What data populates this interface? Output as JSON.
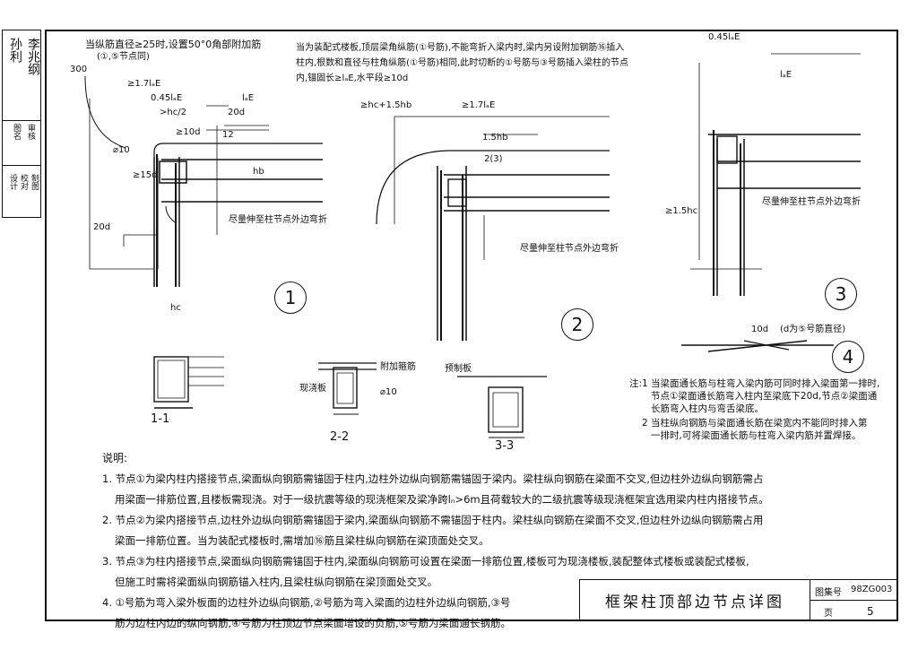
{
  "sidebar": {
    "sign1": "孙利",
    "sign2": "李兆纲",
    "label1": "图名",
    "label2": "审核",
    "label3": "设计",
    "label4": "校对",
    "label5": "制图"
  },
  "top_notes": {
    "n1": "当纵筋直径≥25时,设置50°0角部附加筋",
    "n1b": "(①,⑤节点同)",
    "n2": "当为装配式楼板,顶层梁角纵筋(①号筋),不能弯折入梁内时,梁内另设附加钢筋⑯插入",
    "n2b": "柱内,根数和直径与柱角纵筋(①号筋)相同,此时切断的①号筋与③号筋插入梁柱的节点",
    "n2c": "内,锚固长≥lₐE,水平段≥10d"
  },
  "dims": {
    "d300": "300",
    "d17lae": "≥1.7lₐE",
    "d045": "0.45lₐE",
    "dhc2": ">hc/2",
    "d20d": "20d",
    "d10d": "≥10d",
    "dla": "lₐE",
    "d12": "12",
    "d10": "⌀10",
    "d15d": "≥15d",
    "dd20": "20d",
    "dhc": "hc",
    "dhb": "hb",
    "dhc15": "≥hc+1.5hb",
    "d17": "≥1.7lₐE",
    "d15hb": "1.5hb",
    "d23": "2(3)",
    "d15hc": "≥1.5hc",
    "d045b": "0.45lₐE",
    "dla2": "lₐE"
  },
  "callouts": {
    "a1": "尽量伸至柱节点外边弯折",
    "a2": "尽量伸至柱节点外边弯折",
    "a3": "尽量伸至柱节点外边弯折",
    "slab": "现浇板",
    "slab2": "预制板",
    "extra": "附加箍筋",
    "d10": "⌀10",
    "note4": "10d",
    "note4b": "(d为⑤号筋直径)"
  },
  "sections": {
    "s11": "1-1",
    "s22": "2-2",
    "s33": "3-3",
    "n1": "1",
    "n2": "2",
    "n3": "3",
    "n4": "4"
  },
  "side_note": {
    "title": "注:",
    "l1": "1 当梁面通长筋与柱弯入梁内筋可同时排入梁面第一排时,",
    "l2": "节点①梁面通长筋弯入柱内至梁底下20d,节点②梁面通",
    "l3": "长筋弯入柱内与弯舌梁底。",
    "l4": "2 当柱纵向钢筋与梁面通长筋在梁宽内不能同时排入第",
    "l5": "一排时,可将梁面通长筋与柱弯入梁内筋并置焊接。"
  },
  "notes": {
    "head": "说明:",
    "p1": "1. 节点①为梁内柱内搭接节点,梁面纵向钢筋需锚固于柱内,边柱外边纵向钢筋需锚固于梁内。梁柱纵向钢筋在梁面不交叉,但边柱外边纵向钢筋需占",
    "p1b": "用梁面一排筋位置,且楼板需现浇。对于一级抗震等级的现浇框架及梁净跨lₙ>6m且荷载较大的二级抗震等级现浇框架宜选用梁内柱内搭接节点。",
    "p2": "2. 节点②为梁内搭接节点,边柱外边纵向钢筋需锚固于梁内,梁面纵向钢筋不需锚固于柱内。梁柱纵向钢筋在梁面不交叉,但边柱外边纵向钢筋需占用",
    "p2b": "梁面一排筋位置。当为装配式楼板时,需增加⑯筋且梁柱纵向钢筋在梁顶面处交叉。",
    "p3": "3. 节点③为柱内搭接节点,梁面纵向钢筋需锚固于柱内,梁面纵向钢筋可设置在梁面一排筋位置,楼板可为现浇楼板,装配整体式楼板或装配式楼板,",
    "p3b": "但施工时需将梁面纵向钢筋锚入柱内,且梁柱纵向钢筋在梁顶面处交叉。",
    "p4": "4. ①号筋为弯入梁外板面的边柱外边纵向钢筋,②号筋为弯入梁面的边柱外边纵向钢筋,③号",
    "p4b": "筋为边柱内边的纵向钢筋,④号筋为柱顶边节点梁面增设的负筋,⑤号筋为梁面通长钢筋。"
  },
  "titleblock": {
    "title": "框架柱顶部边节点详图",
    "atlas_label": "图集号",
    "atlas_no": "98ZG003",
    "page_label": "页",
    "page_no": "5"
  }
}
